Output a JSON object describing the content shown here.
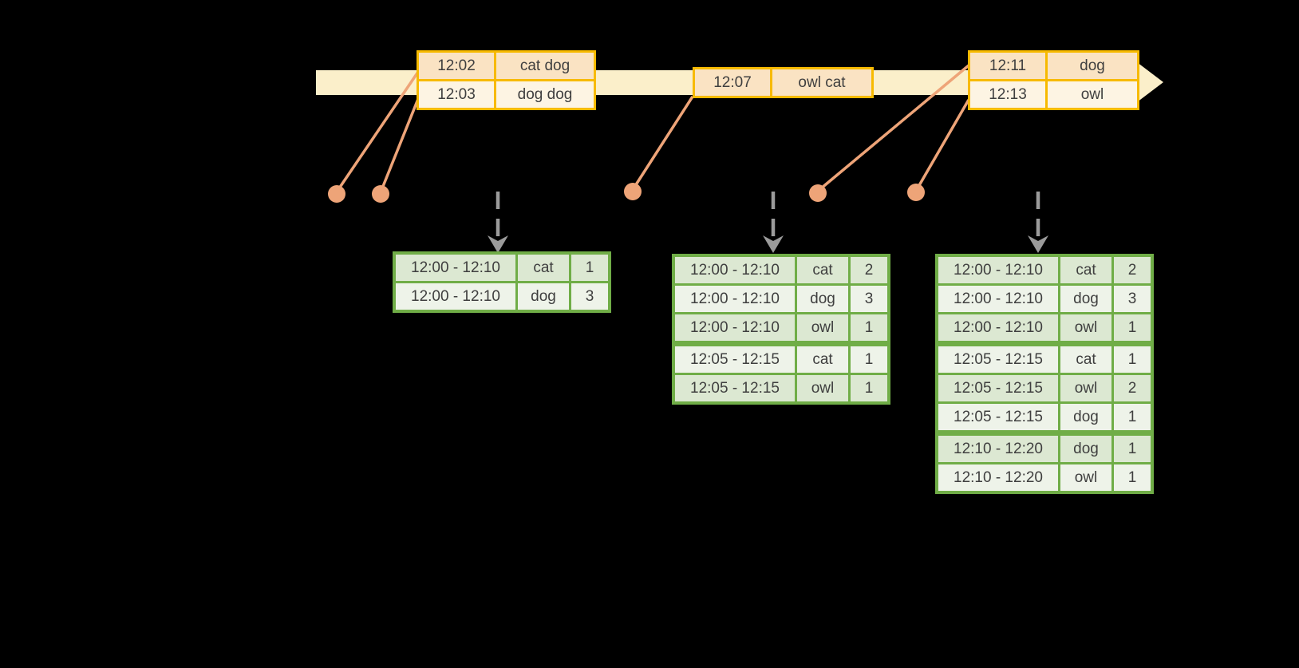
{
  "diagram_title": "windowed-grouped-aggregation-streaming-word-count",
  "colors": {
    "background": "#000000",
    "timeline_fill": "#fbefca",
    "event_border": "#f7ba00",
    "event_row_dark": "#fae3c3",
    "event_row_light": "#fdf4e3",
    "connector": "#eea478",
    "trigger_arrow": "#9b9b9b",
    "result_border": "#70ad47",
    "result_row_dark": "#dce8d2",
    "result_row_light": "#eef3e9",
    "text": "#3f3f3f"
  },
  "event_tables": [
    {
      "id": "events-batch-1",
      "rows": [
        {
          "time": "12:02",
          "words": "cat dog"
        },
        {
          "time": "12:03",
          "words": "dog dog"
        }
      ]
    },
    {
      "id": "events-batch-2",
      "rows": [
        {
          "time": "12:07",
          "words": "owl cat"
        }
      ]
    },
    {
      "id": "events-batch-3",
      "rows": [
        {
          "time": "12:11",
          "words": "dog"
        },
        {
          "time": "12:13",
          "words": "owl"
        }
      ]
    }
  ],
  "result_tables": [
    {
      "id": "result-after-trigger-1",
      "rows": [
        {
          "window": "12:00 - 12:10",
          "word": "cat",
          "count": "1"
        },
        {
          "window": "12:00 - 12:10",
          "word": "dog",
          "count": "3"
        }
      ]
    },
    {
      "id": "result-after-trigger-2",
      "rows": [
        {
          "window": "12:00 - 12:10",
          "word": "cat",
          "count": "2"
        },
        {
          "window": "12:00 - 12:10",
          "word": "dog",
          "count": "3"
        },
        {
          "window": "12:00 - 12:10",
          "word": "owl",
          "count": "1"
        },
        {
          "window": "12:05 - 12:15",
          "word": "cat",
          "count": "1"
        },
        {
          "window": "12:05 - 12:15",
          "word": "owl",
          "count": "1"
        }
      ]
    },
    {
      "id": "result-after-trigger-3",
      "rows": [
        {
          "window": "12:00 - 12:10",
          "word": "cat",
          "count": "2"
        },
        {
          "window": "12:00 - 12:10",
          "word": "dog",
          "count": "3"
        },
        {
          "window": "12:00 - 12:10",
          "word": "owl",
          "count": "1"
        },
        {
          "window": "12:05 - 12:15",
          "word": "cat",
          "count": "1"
        },
        {
          "window": "12:05 - 12:15",
          "word": "owl",
          "count": "2"
        },
        {
          "window": "12:05 - 12:15",
          "word": "dog",
          "count": "1"
        },
        {
          "window": "12:10 - 12:20",
          "word": "dog",
          "count": "1"
        },
        {
          "window": "12:10 - 12:20",
          "word": "owl",
          "count": "1"
        }
      ]
    }
  ]
}
